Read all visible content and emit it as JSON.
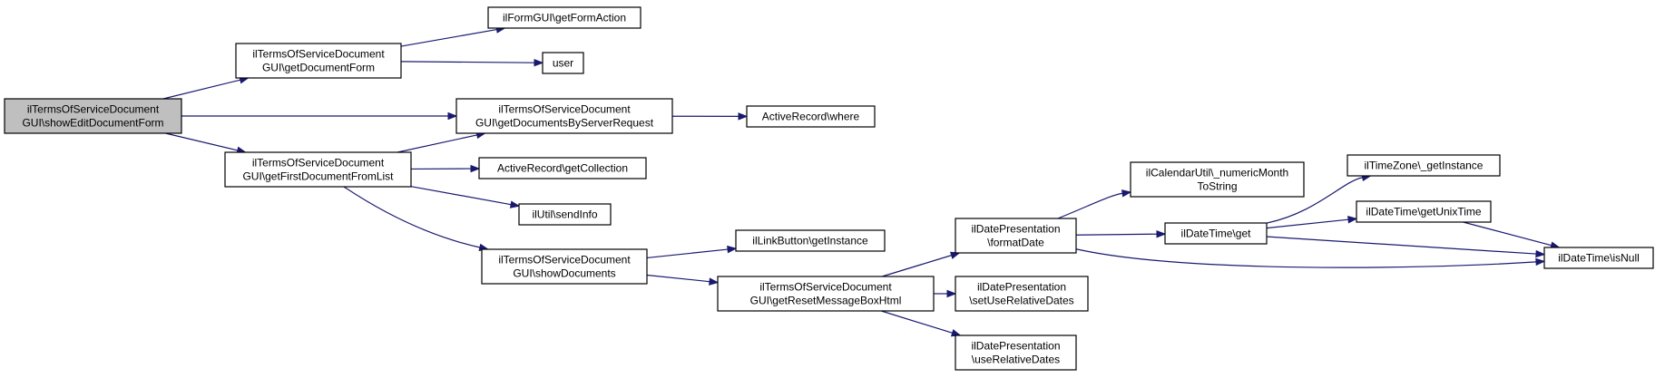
{
  "colors": {
    "root_fill": "#bfbfbf",
    "node_fill": "#ffffff",
    "edge": "#191970",
    "border": "#000000"
  },
  "nodes": [
    {
      "id": "showEditDocumentForm",
      "lines": [
        "ilTermsOfServiceDocument",
        "GUI\\showEditDocumentForm"
      ],
      "root": true
    },
    {
      "id": "getDocumentForm",
      "lines": [
        "ilTermsOfServiceDocument",
        "GUI\\getDocumentForm"
      ]
    },
    {
      "id": "getDocumentsByServerRequest",
      "lines": [
        "ilTermsOfServiceDocument",
        "GUI\\getDocumentsByServerRequest"
      ]
    },
    {
      "id": "getFirstDocumentFromList",
      "lines": [
        "ilTermsOfServiceDocument",
        "GUI\\getFirstDocumentFromList"
      ]
    },
    {
      "id": "getFormAction",
      "lines": [
        "ilFormGUI\\getFormAction"
      ]
    },
    {
      "id": "user",
      "lines": [
        "user"
      ]
    },
    {
      "id": "where",
      "lines": [
        "ActiveRecord\\where"
      ]
    },
    {
      "id": "getCollection",
      "lines": [
        "ActiveRecord\\getCollection"
      ]
    },
    {
      "id": "sendInfo",
      "lines": [
        "ilUtil\\sendInfo"
      ]
    },
    {
      "id": "showDocuments",
      "lines": [
        "ilTermsOfServiceDocument",
        "GUI\\showDocuments"
      ]
    },
    {
      "id": "getInstanceLink",
      "lines": [
        "ilLinkButton\\getInstance"
      ]
    },
    {
      "id": "getResetMessageBoxHtml",
      "lines": [
        "ilTermsOfServiceDocument",
        "GUI\\getResetMessageBoxHtml"
      ]
    },
    {
      "id": "formatDate",
      "lines": [
        "ilDatePresentation",
        "\\formatDate"
      ]
    },
    {
      "id": "setUseRelativeDates",
      "lines": [
        "ilDatePresentation",
        "\\setUseRelativeDates"
      ]
    },
    {
      "id": "useRelativeDates",
      "lines": [
        "ilDatePresentation",
        "\\useRelativeDates"
      ]
    },
    {
      "id": "numericMonthToString",
      "lines": [
        "ilCalendarUtil\\_numericMonth",
        "ToString"
      ]
    },
    {
      "id": "dateTimeGet",
      "lines": [
        "ilDateTime\\get"
      ]
    },
    {
      "id": "timeZoneGetInstance",
      "lines": [
        "ilTimeZone\\_getInstance"
      ]
    },
    {
      "id": "getUnixTime",
      "lines": [
        "ilDateTime\\getUnixTime"
      ]
    },
    {
      "id": "isNull",
      "lines": [
        "ilDateTime\\isNull"
      ]
    }
  ],
  "edges": [
    {
      "from": "showEditDocumentForm",
      "to": "getDocumentForm"
    },
    {
      "from": "showEditDocumentForm",
      "to": "getDocumentsByServerRequest"
    },
    {
      "from": "showEditDocumentForm",
      "to": "getFirstDocumentFromList"
    },
    {
      "from": "getDocumentForm",
      "to": "getFormAction"
    },
    {
      "from": "getDocumentForm",
      "to": "user"
    },
    {
      "from": "getDocumentsByServerRequest",
      "to": "where"
    },
    {
      "from": "getFirstDocumentFromList",
      "to": "getDocumentsByServerRequest"
    },
    {
      "from": "getFirstDocumentFromList",
      "to": "getCollection"
    },
    {
      "from": "getFirstDocumentFromList",
      "to": "sendInfo"
    },
    {
      "from": "getFirstDocumentFromList",
      "to": "showDocuments"
    },
    {
      "from": "showDocuments",
      "to": "getInstanceLink"
    },
    {
      "from": "showDocuments",
      "to": "getResetMessageBoxHtml"
    },
    {
      "from": "getResetMessageBoxHtml",
      "to": "formatDate"
    },
    {
      "from": "getResetMessageBoxHtml",
      "to": "setUseRelativeDates"
    },
    {
      "from": "getResetMessageBoxHtml",
      "to": "useRelativeDates"
    },
    {
      "from": "formatDate",
      "to": "numericMonthToString"
    },
    {
      "from": "formatDate",
      "to": "dateTimeGet"
    },
    {
      "from": "formatDate",
      "to": "isNull"
    },
    {
      "from": "dateTimeGet",
      "to": "timeZoneGetInstance"
    },
    {
      "from": "dateTimeGet",
      "to": "getUnixTime"
    },
    {
      "from": "dateTimeGet",
      "to": "isNull"
    },
    {
      "from": "getUnixTime",
      "to": "isNull"
    }
  ]
}
